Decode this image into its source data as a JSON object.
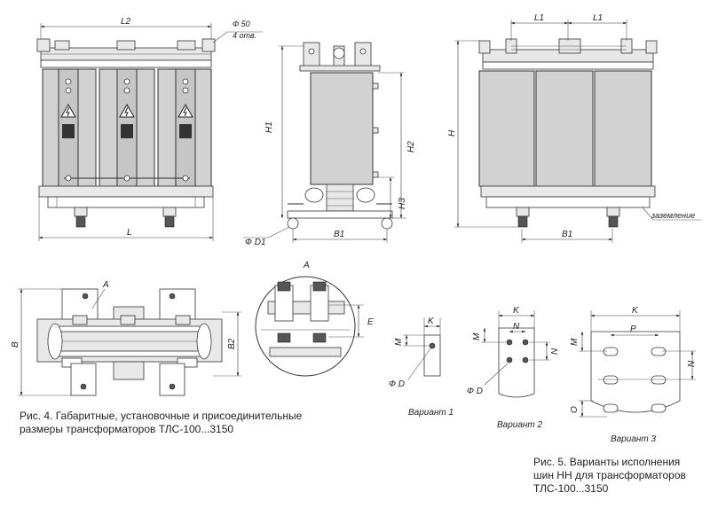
{
  "front_view": {
    "dims": {
      "l2": "L2",
      "l": "L"
    },
    "hole_note": {
      "dia": "Ф 50",
      "count": "4 отв."
    }
  },
  "side_view": {
    "dims": {
      "h1": "H1",
      "h2": "H2",
      "h3": "H3",
      "b1": "B1",
      "d1": "Ф D1"
    }
  },
  "rear_view": {
    "dims": {
      "l1_left": "L1",
      "l1_right": "L1",
      "h": "H",
      "b1": "B1"
    },
    "grounding": "заземление"
  },
  "top_view": {
    "dims": {
      "b": "B",
      "b2": "B2",
      "a": "A"
    }
  },
  "detail_a": {
    "title": "A",
    "dims": {
      "e": "E"
    }
  },
  "variants": [
    {
      "caption": "Вариант 1",
      "dims": {
        "k": "K",
        "m": "M",
        "d": "Ф D"
      }
    },
    {
      "caption": "Вариант 2",
      "dims": {
        "k": "K",
        "n_top": "N",
        "m": "M",
        "n_side": "N",
        "d": "Ф D"
      }
    },
    {
      "caption": "Вариант 3",
      "dims": {
        "k": "K",
        "p": "P",
        "m": "M",
        "n": "N",
        "o": "O"
      }
    }
  ],
  "captions": {
    "fig4": "Рис. 4. Габаритные, установочные и присоединительные размеры трансформаторов ТЛС-100...3150",
    "fig5": "Рис. 5. Варианты исполнения шин НН для трансформаторов ТЛС-100...3150"
  }
}
